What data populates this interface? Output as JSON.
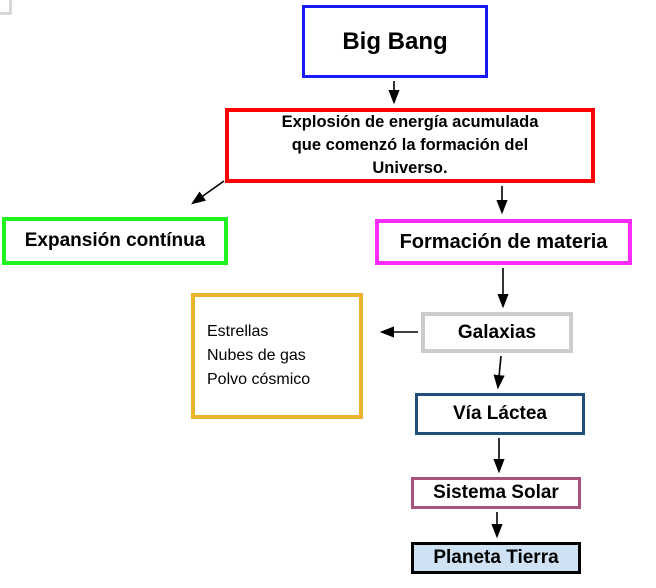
{
  "diagram": {
    "nodes": {
      "big_bang": {
        "label": "Big Bang",
        "border_color": "#1a1aff"
      },
      "explosion": {
        "lines": [
          "Explosión de energía acumulada",
          "que comenzó la formación del",
          "Universo."
        ],
        "border_color": "#ff0000"
      },
      "expansion": {
        "label": "Expansión contínua",
        "border_color": "#21f321"
      },
      "formacion": {
        "label": "Formación de materia",
        "border_color": "#fb2cfb"
      },
      "estrellas": {
        "lines": [
          "Estrellas",
          "Nubes de gas",
          "Polvo cósmico"
        ],
        "border_color": "#eab42c"
      },
      "galaxias": {
        "label": "Galaxias",
        "border_color": "#cccccc"
      },
      "via_lactea": {
        "label": "Vía Láctea",
        "border_color": "#1f4e79"
      },
      "sistema_solar": {
        "label": "Sistema Solar",
        "border_color": "#a8537d"
      },
      "planeta_tierra": {
        "label": "Planeta Tierra",
        "border_color": "#000000",
        "fill_color": "#cfe2f3"
      }
    },
    "arrow_color": "#000000"
  }
}
